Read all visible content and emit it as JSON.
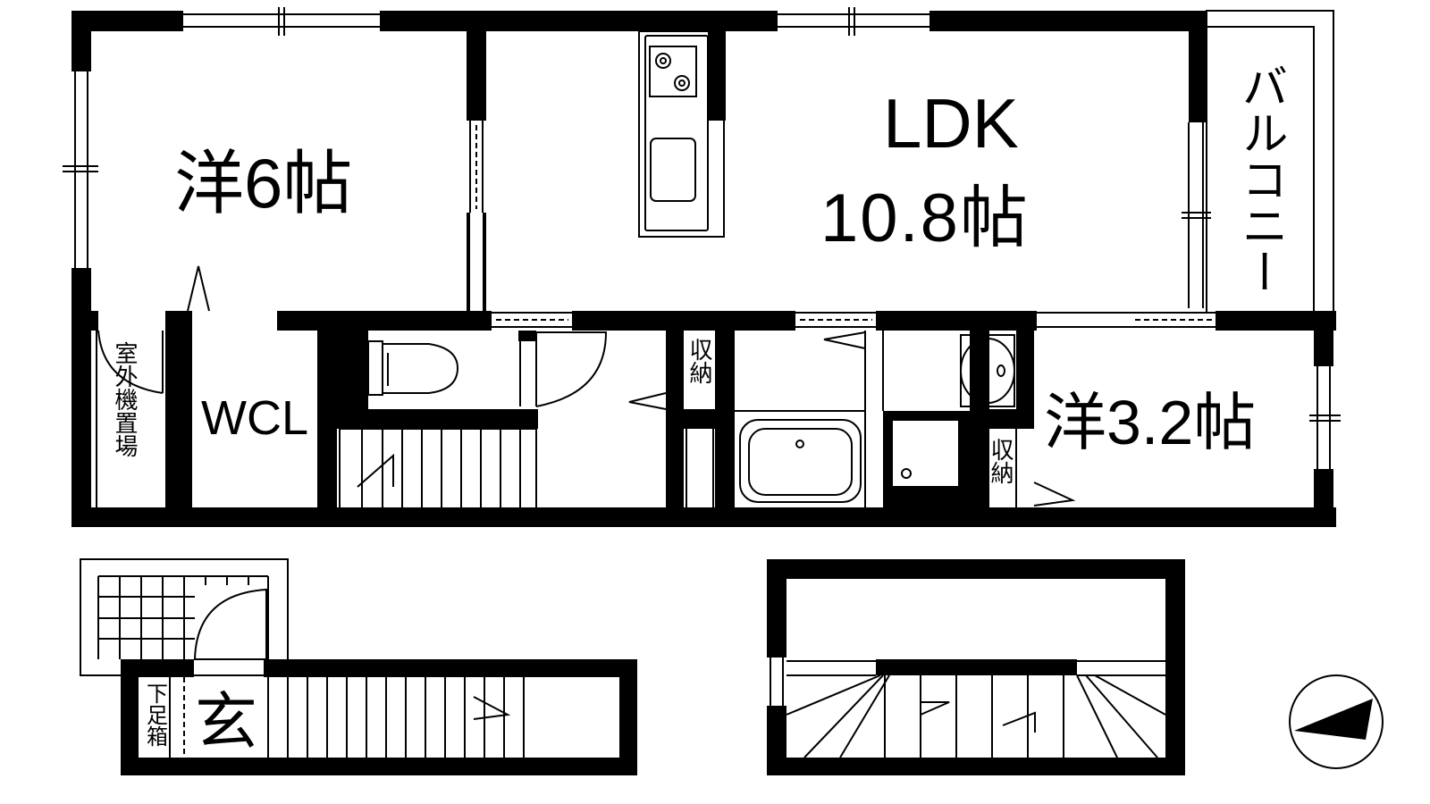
{
  "rooms": {
    "western_6": "洋6帖",
    "ldk": "LDK",
    "ldk_size": "10.8帖",
    "balcony": "バルコニー",
    "wcl": "WCL",
    "outdoor_unit": "室外機置場",
    "storage_left": "収納",
    "western_3_2": "洋3.2帖",
    "storage_right": "収納",
    "entrance": "玄",
    "shoe_box": "下足箱"
  },
  "colors": {
    "wall": "#000000",
    "line": "#000000",
    "background": "#ffffff"
  },
  "icons": [
    "stove-icon",
    "sink-icon",
    "toilet-icon",
    "washbasin-icon",
    "bathtub-icon",
    "north-arrow-icon"
  ]
}
